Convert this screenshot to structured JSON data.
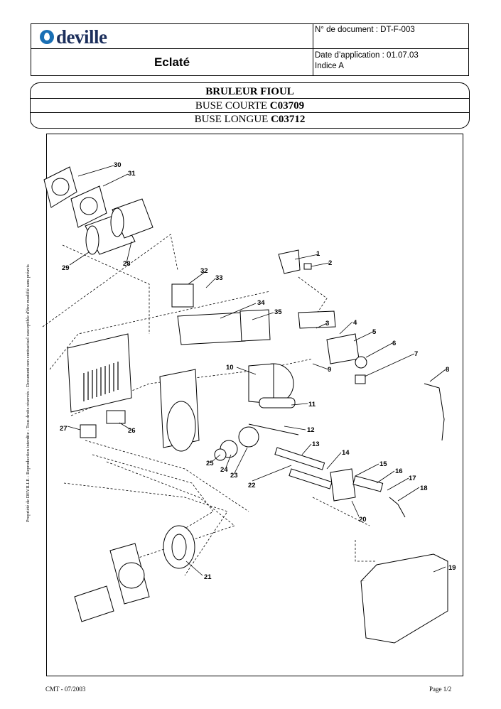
{
  "header": {
    "logo_text": "deville",
    "title": "Eclaté",
    "document_number": "N° de document : DT-F-003",
    "application_date": "Date d’application : 01.07.03",
    "index": "Indice A"
  },
  "title_box": {
    "line1": "BRULEUR FIOUL",
    "line2_prefix": "BUSE COURTE ",
    "line2_code": "C03709",
    "line3_prefix": "BUSE LONGUE ",
    "line3_code": "C03712"
  },
  "diagram": {
    "part_numbers": [
      "1",
      "2",
      "3",
      "4",
      "5",
      "6",
      "7",
      "8",
      "9",
      "10",
      "11",
      "12",
      "13",
      "14",
      "15",
      "16",
      "17",
      "18",
      "19",
      "20",
      "21",
      "22",
      "23",
      "24",
      "25",
      "26",
      "27",
      "28",
      "29",
      "30",
      "31",
      "32",
      "33",
      "34",
      "35"
    ]
  },
  "side_note": "Propriété de DEVILLE - Reproduction interdite - Tous droits réservés - Document non contractuel susceptible d'être modifié sans préavis",
  "footer": {
    "left": "CMT - 07/2003",
    "right": "Page 1/2"
  },
  "colors": {
    "logo_blue": "#1a6fb4",
    "logo_text": "#1c2f5c"
  }
}
